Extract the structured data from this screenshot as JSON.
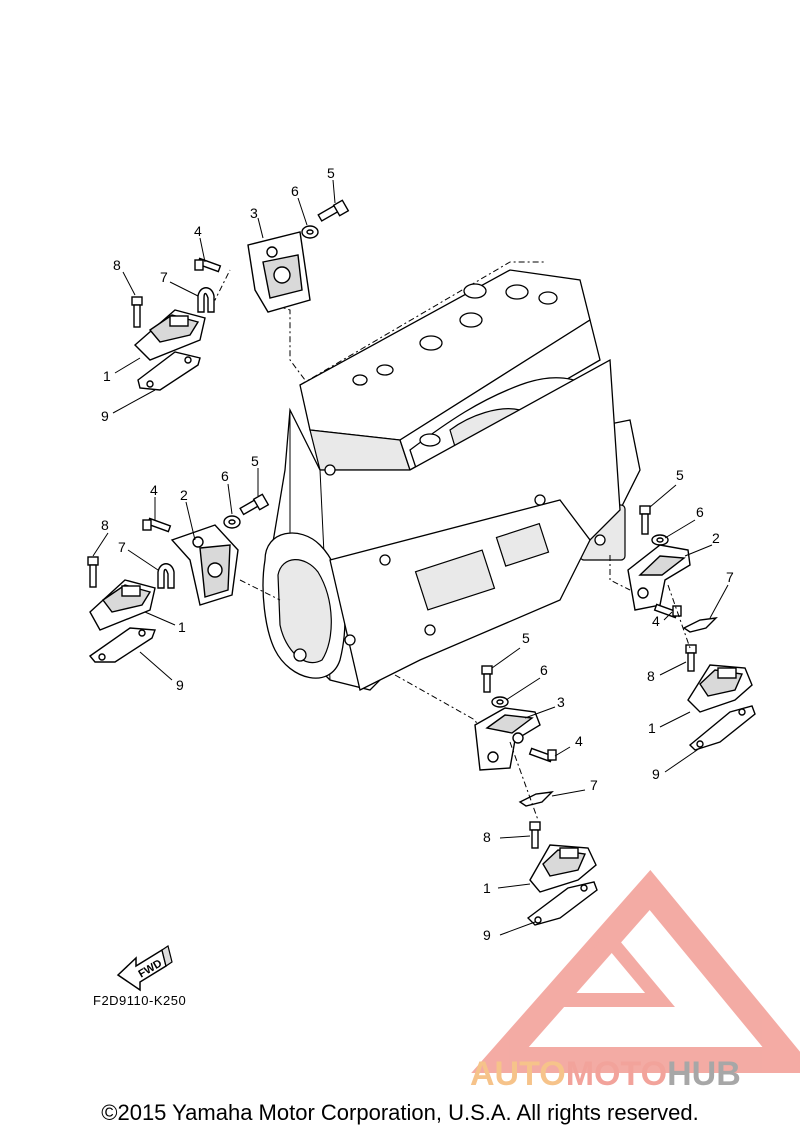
{
  "diagram_code": "F2D9110-K250",
  "copyright": "©2015 Yamaha Motor Corporation, U.S.A. All rights reserved.",
  "fwd_label": "FWD",
  "watermark": {
    "part1": "AUTO",
    "part2": "MOTO",
    "part3": "HUB"
  },
  "callouts": {
    "g1": [
      "8",
      "7",
      "4",
      "3",
      "6",
      "5",
      "1",
      "9"
    ],
    "g2": [
      "8",
      "7",
      "4",
      "2",
      "6",
      "5",
      "1",
      "9"
    ],
    "g3": [
      "5",
      "6",
      "2",
      "7",
      "4",
      "8",
      "1",
      "9"
    ],
    "g4": [
      "5",
      "6",
      "3",
      "4",
      "7",
      "8",
      "1",
      "9"
    ]
  },
  "colors": {
    "watermark_red": "#f08f86",
    "watermark_orange": "#f6c38a",
    "watermark_gray": "#a7a7a7"
  }
}
